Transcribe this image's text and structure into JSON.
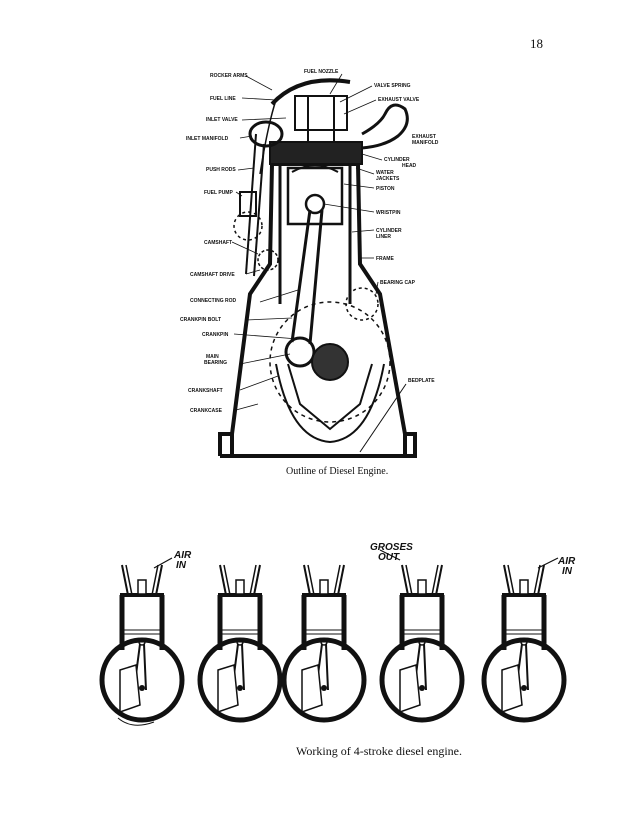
{
  "page": {
    "number": "18"
  },
  "engine_outline": {
    "caption": "Outline of Diesel Engine.",
    "labels": {
      "rocker_arms": "ROCKER ARMS",
      "fuel_nozzle": "FUEL NOZZLE",
      "valve_spring": "VALVE SPRING",
      "fuel_line": "FUEL LINE",
      "exhaust_valve": "EXHAUST VALVE",
      "inlet_valve": "INLET VALVE",
      "inlet_manifold": "INLET MANIFOLD",
      "exhaust_manifold_1": "EXHAUST",
      "exhaust_manifold_2": "MANIFOLD",
      "cylinder_head_1": "CYLINDER",
      "cylinder_head_2": "HEAD",
      "push_rods": "PUSH RODS",
      "water_jackets_1": "WATER",
      "water_jackets_2": "JACKETS",
      "piston": "PISTON",
      "fuel_pump": "FUEL PUMP",
      "wristpin": "WRISTPIN",
      "cylinder_liner_1": "CYLINDER",
      "cylinder_liner_2": "LINER",
      "camshaft": "CAMSHAFT",
      "frame": "FRAME",
      "camshaft_drive": "CAMSHAFT DRIVE",
      "bearing_cap": "BEARING CAP",
      "connecting_rod": "CONNECTING ROD",
      "crankpin_bolt": "CRANKPIN BOLT",
      "crankpin": "CRANKPIN",
      "main_bearing_1": "MAIN",
      "main_bearing_2": "BEARING",
      "bedplate": "BEDPLATE",
      "crankshaft": "CRANKSHAFT",
      "crankcase": "CRANKCASE"
    }
  },
  "four_stroke": {
    "caption": "Working of 4-stroke diesel engine.",
    "labels": {
      "air_in_1a": "AIR",
      "air_in_1b": "IN",
      "gases_out_a": "GROSES",
      "gases_out_b": "OUT",
      "air_in_2a": "AIR",
      "air_in_2b": "IN"
    }
  }
}
